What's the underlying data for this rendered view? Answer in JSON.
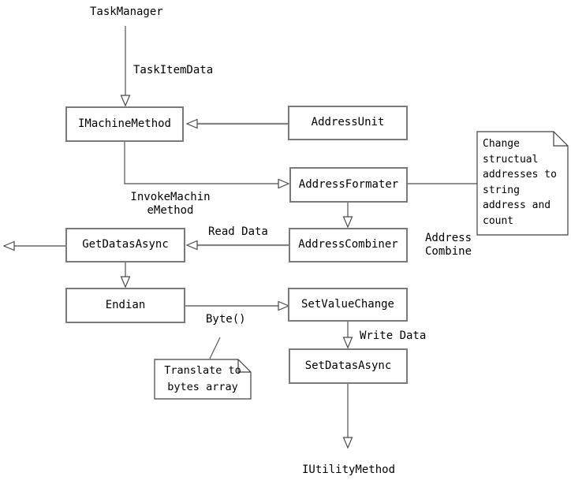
{
  "diagram": {
    "nodes": {
      "task_manager": "TaskManager",
      "imachine_method": "IMachineMethod",
      "address_unit": "AddressUnit",
      "address_formater": "AddressFormater",
      "address_combiner": "AddressCombiner",
      "get_datas_async": "GetDatasAsync",
      "endian": "Endian",
      "set_value_change": "SetValueChange",
      "set_datas_async": "SetDatasAsync",
      "iutility_method": "IUtilityMethod"
    },
    "edge_labels": {
      "task_item_data": "TaskItemData",
      "invoke_machine_method": "InvokeMachin\neMethod",
      "read_data": "Read Data",
      "address_combine": "Address\nCombine",
      "byte": "Byte()",
      "write_data": "Write Data"
    },
    "notes": {
      "change_structual": "Change\nstructual\naddresses to\nstring\naddress and\ncount",
      "translate_bytes": "Translate to\nbytes array"
    },
    "colors": {
      "background": "#ffffff",
      "box_border": "#7a7a7a",
      "connector": "#696969",
      "connector_gray": "#848484",
      "text": "#000000"
    }
  }
}
